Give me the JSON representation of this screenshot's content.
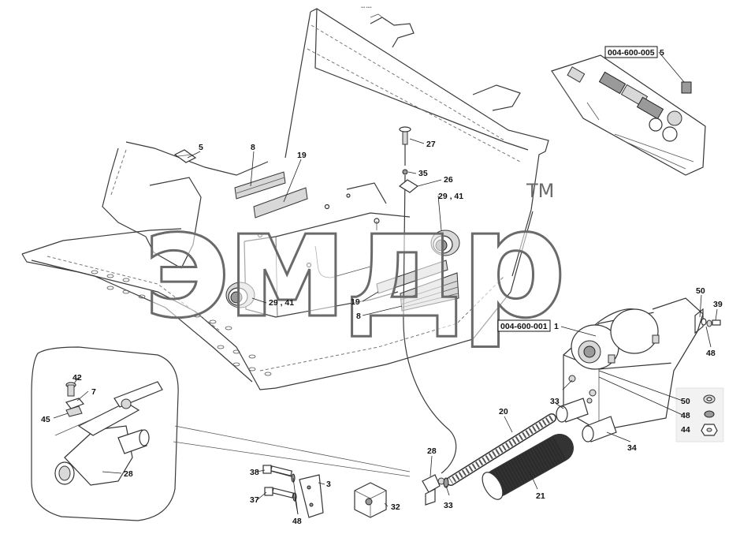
{
  "watermark": {
    "text": "эмдр",
    "mark": "TM"
  },
  "header_mark": "••• ••••",
  "codes": {
    "panel": "004-600-005",
    "heater": "004-600-001"
  },
  "labels": {
    "l5a": "5",
    "l8a": "8",
    "l19a": "19",
    "l27": "27",
    "l35": "35",
    "l26": "26",
    "l2941a": "29 , 41",
    "l2941b": "29 , 41",
    "l19b": "19",
    "l8b": "8",
    "l5b": "5",
    "l1": "1",
    "l50a": "50",
    "l39": "39",
    "l48a": "48",
    "l42": "42",
    "l7": "7",
    "l45": "45",
    "l28a": "28",
    "l33a": "33",
    "l20": "20",
    "l50b": "50",
    "l48b": "48",
    "l44": "44",
    "l34": "34",
    "l28b": "28",
    "l38": "38",
    "l3": "3",
    "l37": "37",
    "l48c": "48",
    "l32": "32",
    "l33b": "33",
    "l21": "21"
  }
}
